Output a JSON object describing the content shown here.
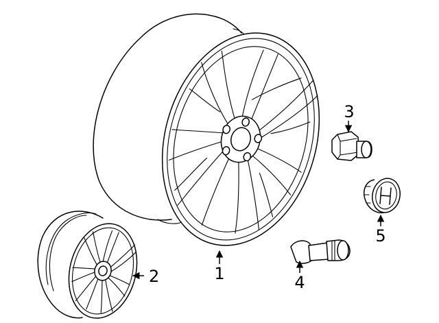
{
  "diagram": {
    "callouts": [
      {
        "id": "1",
        "label": "1",
        "part": "wheel-rim"
      },
      {
        "id": "2",
        "label": "2",
        "part": "wheel-thumbnail"
      },
      {
        "id": "3",
        "label": "3",
        "part": "lug-nut"
      },
      {
        "id": "4",
        "label": "4",
        "part": "valve-stem"
      },
      {
        "id": "5",
        "label": "5",
        "part": "center-cap"
      }
    ]
  },
  "colors": {
    "line": "#000000",
    "background": "#ffffff"
  }
}
